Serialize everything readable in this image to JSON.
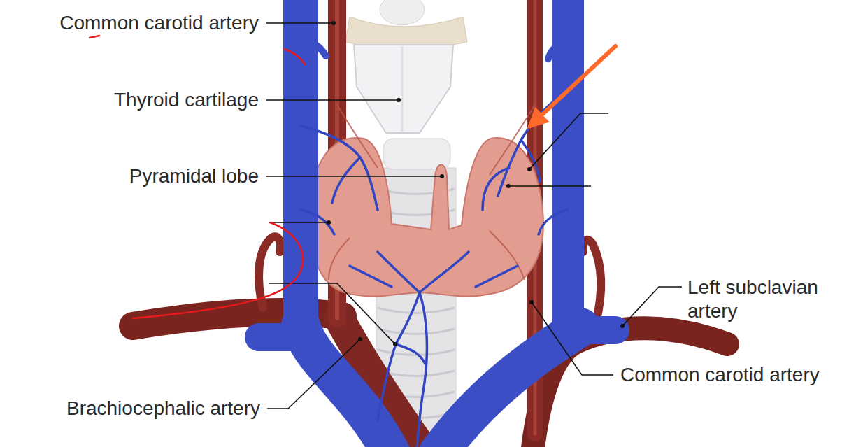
{
  "diagram": {
    "labels": [
      "Common carotid artery",
      "Thyroid cartilage",
      "Pyramidal lobe",
      "Left subclavian artery",
      "Common carotid artery",
      "Brachiocephalic artery"
    ]
  }
}
